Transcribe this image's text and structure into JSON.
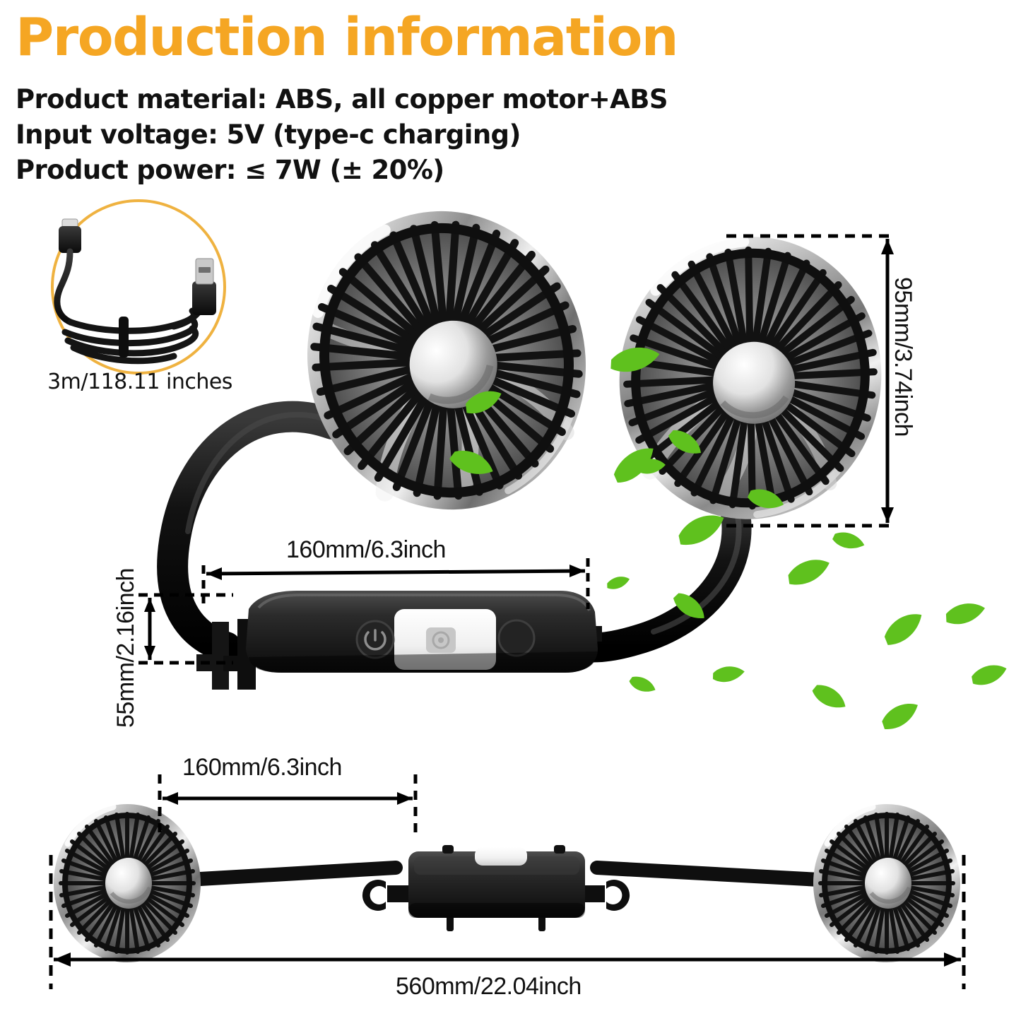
{
  "header": {
    "title": "Production information",
    "specs": [
      "Product material: ABS, all copper motor+ABS",
      "Input voltage: 5V (type-c charging)",
      "Product power: ≤ 7W (± 20%)"
    ]
  },
  "cable": {
    "caption": "3m/118.11 inches",
    "ring_color": "#EFB240",
    "icon": "usb-cable-icon"
  },
  "dimensions": {
    "fan_spacing_top": "160mm/6.3inch",
    "fan_spacing_bottom": "160mm/6.3inch",
    "total_width": "560mm/22.04inch",
    "fan_height": "95mm/3.74inch",
    "module_height": "55mm/2.16inch"
  },
  "colors": {
    "title": "#F5A623",
    "text": "#111111",
    "ring": "#EFB240",
    "leaf": "#5FC11E",
    "chrome_light": "#f2f2f2",
    "chrome_dark": "#4a4a4a",
    "body_black": "#1a1a1a"
  },
  "product": {
    "top_view_label": "neckband-fan-worn-view",
    "bottom_view_label": "neckband-fan-flat-view",
    "fan_heads": 2,
    "control_module": {
      "power_button": "power-button",
      "light_panel": "light-panel",
      "mode_button": "mode-button"
    }
  }
}
